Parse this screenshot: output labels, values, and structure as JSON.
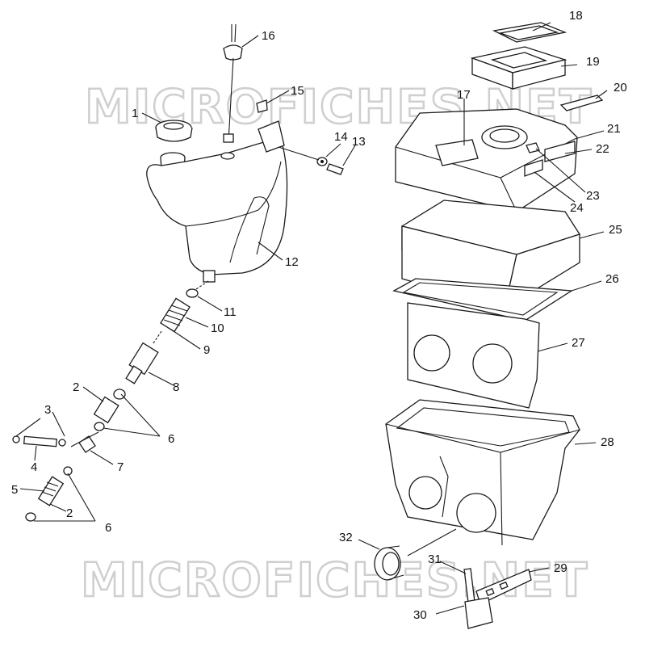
{
  "watermark": "MICROFICHES.NET",
  "callouts": {
    "c1": "1",
    "c2a": "2",
    "c2b": "2",
    "c3": "3",
    "c4": "4",
    "c5": "5",
    "c6a": "6",
    "c6b": "6",
    "c7": "7",
    "c8": "8",
    "c9": "9",
    "c10": "10",
    "c11": "11",
    "c12": "12",
    "c13": "13",
    "c14": "14",
    "c15": "15",
    "c16": "16",
    "c17": "17",
    "c18": "18",
    "c19": "19",
    "c20": "20",
    "c21": "21",
    "c22": "22",
    "c23": "23",
    "c24": "24",
    "c25": "25",
    "c26": "26",
    "c27": "27",
    "c28": "28",
    "c29": "29",
    "c30": "30",
    "c31": "31",
    "c32": "32"
  }
}
